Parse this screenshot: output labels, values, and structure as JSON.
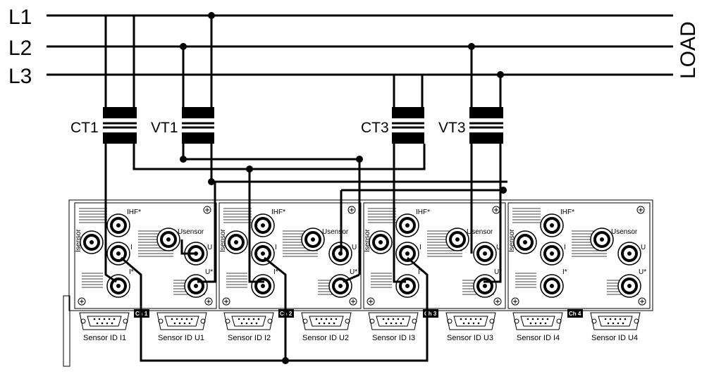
{
  "lines": [
    {
      "label": "L1"
    },
    {
      "label": "L2"
    },
    {
      "label": "L3"
    }
  ],
  "load_label": "LOAD",
  "transformers": [
    {
      "label": "CT1"
    },
    {
      "label": "VT1"
    },
    {
      "label": "CT3"
    },
    {
      "label": "VT3"
    }
  ],
  "modules": [
    {
      "ihf": "IHF*",
      "usensor": "Usensor",
      "isensor": "Isensor",
      "i": "I",
      "istar": "I*",
      "u": "U",
      "ustar": "U*",
      "channel": "Ch 1",
      "sensor_i": "Sensor ID I1",
      "sensor_u": "Sensor ID U1"
    },
    {
      "ihf": "IHF*",
      "usensor": "Usensor",
      "isensor": "Isensor",
      "i": "I",
      "istar": "I*",
      "u": "U",
      "ustar": "U*",
      "channel": "Ch 2",
      "sensor_i": "Sensor ID I2",
      "sensor_u": "Sensor ID U2"
    },
    {
      "ihf": "IHF*",
      "usensor": "Usensor",
      "isensor": "Isensor",
      "i": "I",
      "istar": "I*",
      "u": "U",
      "ustar": "U*",
      "channel": "Ch 3",
      "sensor_i": "Sensor ID I3",
      "sensor_u": "Sensor ID U3"
    },
    {
      "ihf": "IHF*",
      "usensor": "Usensor",
      "isensor": "Isensor",
      "i": "I",
      "istar": "I*",
      "u": "U",
      "ustar": "U*",
      "channel": "Ch 4",
      "sensor_i": "Sensor ID I4",
      "sensor_u": "Sensor ID U4"
    }
  ],
  "colors": {
    "ink": "#000000",
    "istar": "#cc0000"
  }
}
